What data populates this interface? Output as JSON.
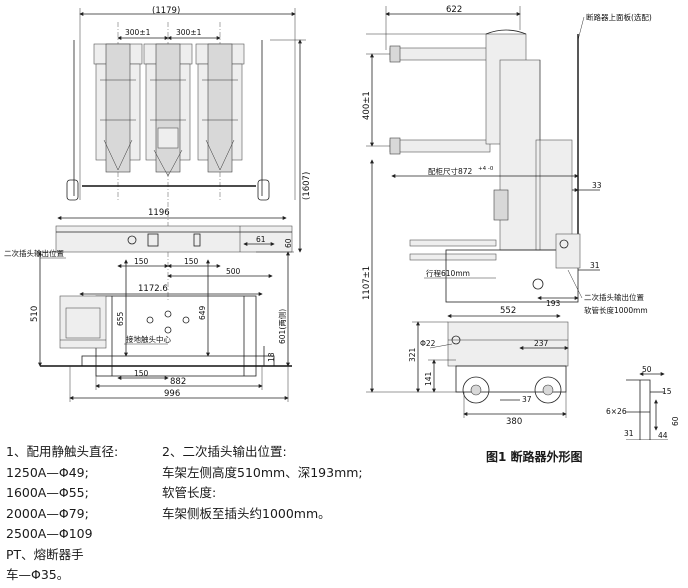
{
  "front_view": {
    "dims": {
      "overall_width": "(1179)",
      "pitch_left": "300±1",
      "pitch_right": "300±1",
      "width_1196": "1196",
      "height_1607": "(1607)",
      "d_60": "60",
      "d_61": "61",
      "d_150_a": "150",
      "d_150_b": "150",
      "d_500": "500",
      "d_1172": "1172.6",
      "d_510": "510",
      "d_655": "655",
      "d_649": "649",
      "d_601": "601(两侧)",
      "d_18": "18",
      "d_150_c": "150",
      "d_882": "882",
      "d_996": "996"
    },
    "labels": {
      "secondary_plug": "二次插头输出位置",
      "contact_center": "接地触头中心"
    }
  },
  "side_view": {
    "dims": {
      "d_622": "622",
      "d_400": "400±1",
      "d_872": "配柜尺寸872",
      "d_872_tol": "+4 -0",
      "d_33": "33",
      "d_1107": "1107±1",
      "stroke": "行程610mm",
      "d_31": "31",
      "d_193": "193",
      "d_552": "552",
      "phi22": "Φ22",
      "d_237": "237",
      "d_321": "321",
      "d_141": "141",
      "d_37": "37",
      "d_380": "380"
    },
    "labels": {
      "top_panel": "断路器上面板(选配)",
      "secondary_plug_1": "二次插头输出位置",
      "secondary_plug_2": "软管长度1000mm"
    }
  },
  "detail_view": {
    "dims": {
      "d_50": "50",
      "d_15": "15",
      "d_6x26": "6×26",
      "d_60": "60",
      "d_31": "31",
      "d_44": "44"
    }
  },
  "notes_left": [
    "1、配用静触头直径:",
    "1250A—Φ49;",
    "1600A—Φ55;",
    "2000A—Φ79;",
    "2500A—Φ109",
    "PT、熔断器手",
    "车—Φ35。"
  ],
  "notes_right": [
    "2、二次插头输出位置:",
    "车架左侧高度510mm、深193mm;",
    "软管长度:",
    "车架侧板至插头约1000mm。"
  ],
  "caption": "图1  断路器外形图"
}
